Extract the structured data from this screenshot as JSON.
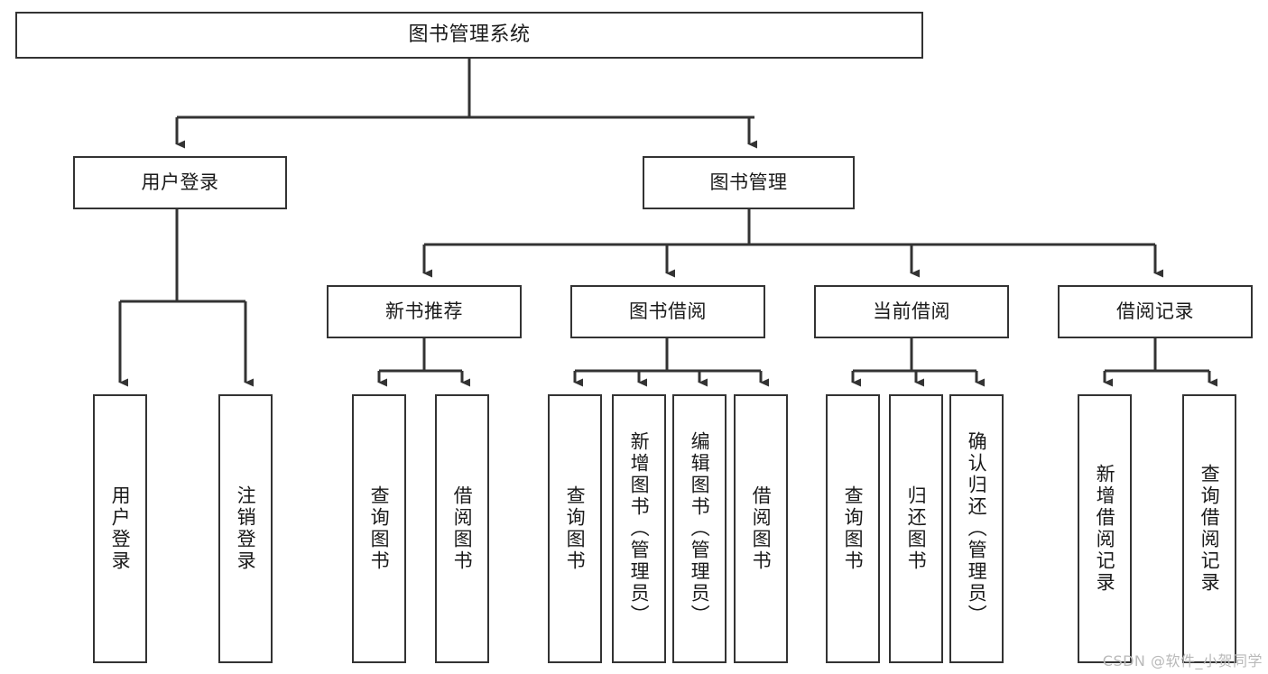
{
  "diagram": {
    "type": "tree",
    "title": "图书管理系统",
    "watermark": "CSDN @软件_小贺同学",
    "colors": {
      "stroke": "#333333",
      "fill": "#ffffff",
      "text": "#1a1a1a",
      "watermark": "#b9b9b9"
    },
    "nodes": {
      "root": {
        "label": "图书管理系统"
      },
      "level2": [
        {
          "label": "用户登录"
        },
        {
          "label": "图书管理"
        }
      ],
      "level3": [
        {
          "label": "新书推荐"
        },
        {
          "label": "图书借阅"
        },
        {
          "label": "当前借阅"
        },
        {
          "label": "借阅记录"
        }
      ],
      "leaves": [
        {
          "label": "用户登录"
        },
        {
          "label": "注销登录"
        },
        {
          "label": "查询图书"
        },
        {
          "label": "借阅图书"
        },
        {
          "label": "查询图书"
        },
        {
          "label": "新增图书（管理员）"
        },
        {
          "label": "编辑图书（管理员）"
        },
        {
          "label": "借阅图书"
        },
        {
          "label": "查询图书"
        },
        {
          "label": "归还图书"
        },
        {
          "label": "确认归还（管理员）"
        },
        {
          "label": "新增借阅记录"
        },
        {
          "label": "查询借阅记录"
        }
      ]
    },
    "edges": [
      {
        "from": "图书管理系统",
        "to": "用户登录"
      },
      {
        "from": "图书管理系统",
        "to": "图书管理"
      },
      {
        "from": "用户登录",
        "to": "用户登录"
      },
      {
        "from": "用户登录",
        "to": "注销登录"
      },
      {
        "from": "图书管理",
        "to": "新书推荐"
      },
      {
        "from": "图书管理",
        "to": "图书借阅"
      },
      {
        "from": "图书管理",
        "to": "当前借阅"
      },
      {
        "from": "图书管理",
        "to": "借阅记录"
      },
      {
        "from": "新书推荐",
        "to": "查询图书"
      },
      {
        "from": "新书推荐",
        "to": "借阅图书"
      },
      {
        "from": "图书借阅",
        "to": "查询图书"
      },
      {
        "from": "图书借阅",
        "to": "新增图书（管理员）"
      },
      {
        "from": "图书借阅",
        "to": "编辑图书（管理员）"
      },
      {
        "from": "图书借阅",
        "to": "借阅图书"
      },
      {
        "from": "当前借阅",
        "to": "查询图书"
      },
      {
        "from": "当前借阅",
        "to": "归还图书"
      },
      {
        "from": "当前借阅",
        "to": "确认归还（管理员）"
      },
      {
        "from": "借阅记录",
        "to": "新增借阅记录"
      },
      {
        "from": "借阅记录",
        "to": "查询借阅记录"
      }
    ]
  }
}
